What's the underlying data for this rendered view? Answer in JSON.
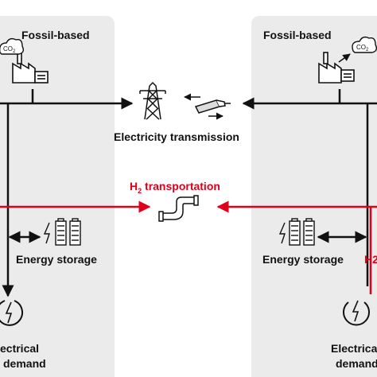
{
  "left_region": {
    "title": "Fossil-based",
    "co2": "CO2",
    "storage_label": "Energy storage",
    "demand_line1": "ectrical",
    "demand_line2": "demand"
  },
  "right_region": {
    "title": "Fossil-based",
    "co2": "CO2",
    "storage_label": "Energy storage",
    "h2_cut": "H2",
    "demand_line1": "Electrical",
    "demand_line2": "demand"
  },
  "center": {
    "transmission_label": "Electricity transmission",
    "transport_label_main": "H",
    "transport_label_sub": "2",
    "transport_label_rest": " transportation"
  },
  "colors": {
    "panel": "#ebebeb",
    "line": "#111111",
    "h2_line": "#e0001b"
  },
  "icons": [
    "factory-icon",
    "co2-cloud-icon",
    "power-pylon-icon",
    "cable-icon",
    "pipe-icon",
    "battery-icon",
    "lightning-demand-icon"
  ]
}
